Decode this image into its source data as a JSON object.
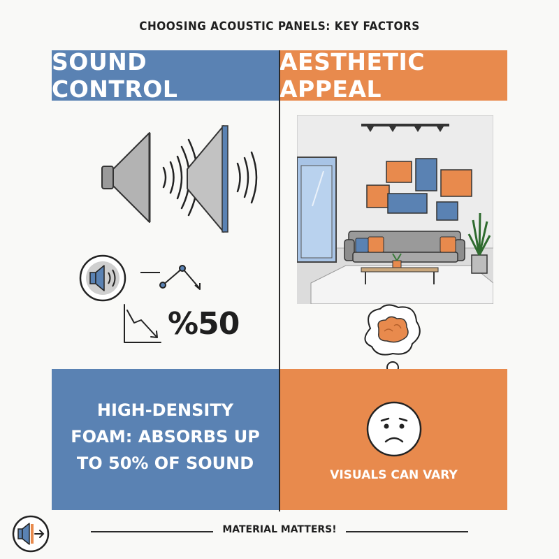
{
  "title": "CHOOSING ACOUSTIC PANELS: KEY FACTORS",
  "left": {
    "header": "SOUND CONTROL",
    "percent": "%50",
    "description_lines": [
      "HIGH-DENSITY",
      "FOAM: ABSORBS UP",
      "TO 50% OF SOUND"
    ],
    "color": "#5a82b3"
  },
  "right": {
    "header": "AESTHETIC APPEAL",
    "caption": "VISUALS CAN VARY",
    "color": "#e88a4d"
  },
  "footer": "MATERIAL MATTERS!",
  "icons": [
    "speaker-icon",
    "sound-panel-icon",
    "sound-waves-icon",
    "speaker-circle-icon",
    "trend-line-icon",
    "decline-chart-icon",
    "living-room-illustration",
    "thought-bubble-icon",
    "worried-face-icon",
    "logo-icon"
  ]
}
